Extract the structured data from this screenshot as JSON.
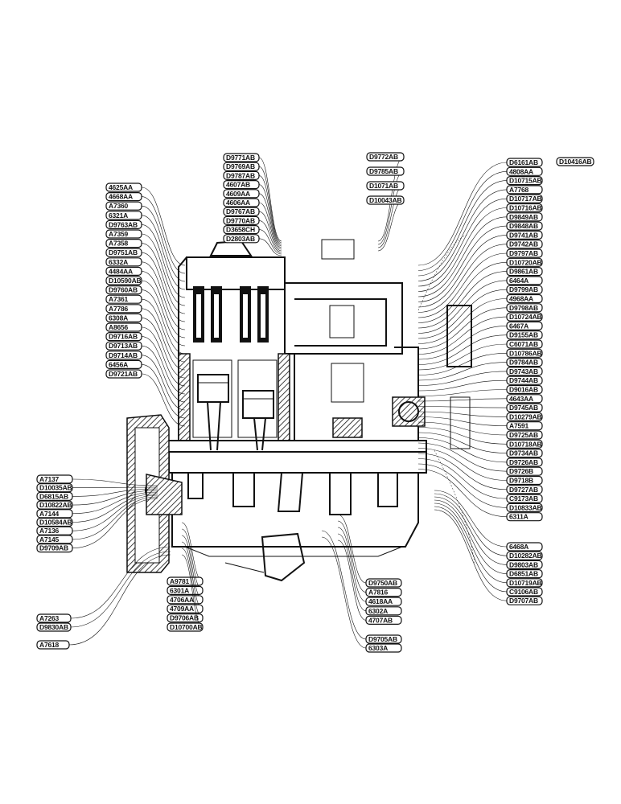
{
  "labels_top": [
    "D9771AB",
    "D9769AB",
    "D9787AB",
    "4607AB",
    "4609AA",
    "4606AA",
    "D9767AB",
    "D9770AB",
    "D3658CH",
    "D2803AB"
  ],
  "labels_top_center": [
    "D9772AB",
    "D9785AB",
    "D1071AB",
    "D10043AB"
  ],
  "labels_left": [
    "4625AA",
    "4668AA",
    "A7360",
    "6321A",
    "D9763AB",
    "A7359",
    "A7358",
    "D9751AB",
    "6332A",
    "4484AA",
    "D10590AB",
    "D9760AB",
    "A7361",
    "A7786",
    "6308A",
    "A8656",
    "D9716AB",
    "D9713AB",
    "D9714AB",
    "6456A",
    "D9721AB"
  ],
  "labels_right": [
    "D6161AB",
    "4808AA",
    "D10715AB",
    "A7768",
    "D10717AB",
    "D10716AB",
    "D9849AB",
    "D9848AB",
    "D9741AB",
    "D9742AB",
    "D9797AB",
    "D10720AB",
    "D9861AB",
    "6464A",
    "D9799AB",
    "4968AA",
    "D9798AB",
    "D10724AB",
    "6467A",
    "D9155AB",
    "C6071AB",
    "D10786AB",
    "D9784AB",
    "D9743AB",
    "D9744AB",
    "D9016AB",
    "4643AA",
    "D9745AB",
    "D10279AB",
    "A7591",
    "D9725AB",
    "D10718AB",
    "D9734AB",
    "D9726AB",
    "D9726B",
    "D9718B",
    "D9727AB",
    "C9173AB",
    "D10833AB",
    "6311A"
  ],
  "labels_right_top_extra": "D10416AB",
  "labels_right_lower": [
    "6468A",
    "D10282AB",
    "D9803AB",
    "D6851AB",
    "D10719AB",
    "C9106AB",
    "D9707AB"
  ],
  "labels_lower_left": [
    "A7137",
    "D10035AB",
    "D6815AB",
    "D10822AB",
    "A7144",
    "D10584AB",
    "A7136",
    "A7145",
    "D9709AB"
  ],
  "labels_bottom_left": [
    "A7263",
    "D9830AB"
  ],
  "label_bottom_left_last": "A7618",
  "labels_bottom_center_left": [
    "A9781",
    "6301A",
    "4706AA",
    "4709AA",
    "D9706AB",
    "D10700AB"
  ],
  "labels_bottom_center_right": [
    "D9750AB",
    "A7816",
    "4618AA",
    "6302A",
    "4707AB"
  ],
  "labels_bottom_center_right2": [
    "D9705AB",
    "6303A"
  ]
}
